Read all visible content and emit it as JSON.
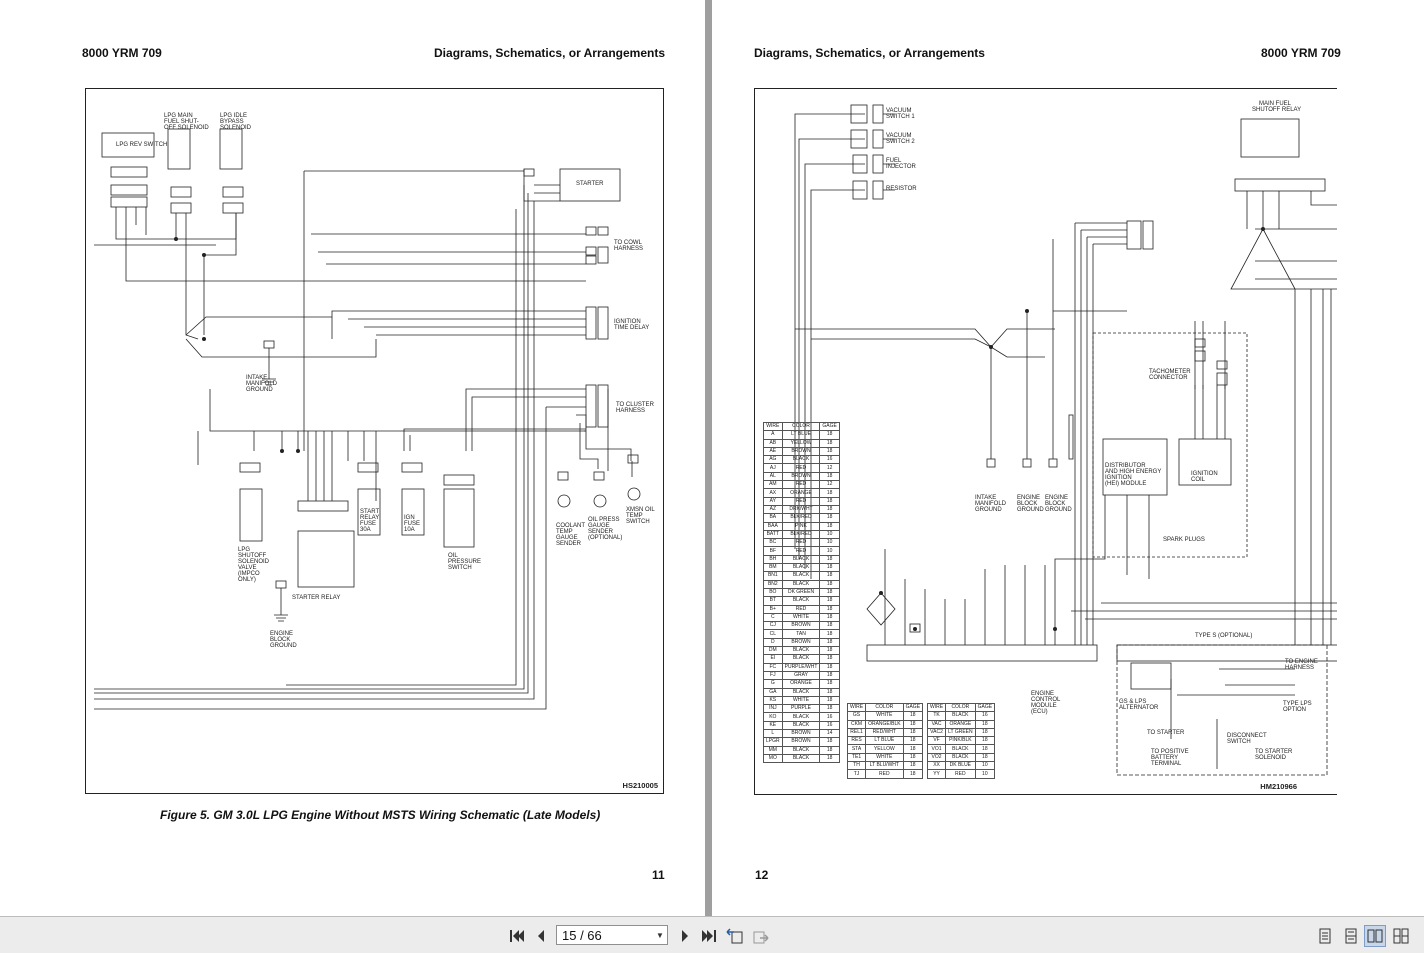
{
  "left_page": {
    "header_left": "8000 YRM 709",
    "header_right": "Diagrams, Schematics, or Arrangements",
    "figure_code": "HS210005",
    "caption": "Figure 5. GM 3.0L LPG Engine Without MSTS Wiring Schematic (Late Models)",
    "page_number": "11",
    "labels": {
      "lpg_rev_switch": "LPG REV SWITCH",
      "lpg_main_solenoid": "LPG MAIN FUEL SHUT- OFF SOLENOID",
      "lpg_idle_solenoid": "LPG IDLE BYPASS SOLENOID",
      "starter": "STARTER",
      "to_cowl": "TO COWL HARNESS",
      "ignition_delay": "IGNITION TIME DELAY",
      "to_cluster": "TO CLUSTER HARNESS",
      "intake_ground": "INTAKE MANIFOLD GROUND",
      "engine_ground": "ENGINE BLOCK GROUND",
      "lpg_shutoff_valve": "LPG SHUTOFF SOLENOID VALVE (IMPCO ONLY)",
      "starter_relay": "STARTER RELAY",
      "start_relay_fuse": "START RELAY FUSE 30A",
      "ign_fuse": "IGN FUSE 10A",
      "oil_pressure_switch": "OIL PRESSURE SWITCH",
      "coolant_sender": "COOLANT TEMP GAUGE SENDER",
      "oil_press_sender": "OIL PRESS GAUGE SENDER (OPTIONAL)",
      "xmsn_switch": "XMSN OIL TEMP SWITCH"
    }
  },
  "right_page": {
    "header_left": "Diagrams, Schematics, or Arrangements",
    "header_right": "8000 YRM 709",
    "figure_code": "HM210966",
    "page_number": "12",
    "labels": {
      "vacuum_switch_1": "VACUUM SWITCH 1",
      "vacuum_switch_2": "VACUUM SWITCH 2",
      "fuel_injector": "FUEL INJECTOR",
      "resistor": "RESISTOR",
      "main_fuel_relay": "MAIN FUEL SHUTOFF RELAY",
      "tach_connector": "TACHOMETER CONNECTOR",
      "distributor": "DISTRIBUTOR AND HIGH ENERGY IGNITION (HEI) MODULE",
      "ignition_coil": "IGNITION COIL",
      "spark_plugs": "SPARK PLUGS",
      "intake_ground": "INTAKE MANIFOLD GROUND",
      "engine_ground_1": "ENGINE BLOCK GROUND",
      "engine_ground_2": "ENGINE BLOCK GROUND",
      "ecu": "ENGINE CONTROL MODULE (ECU)",
      "type_s": "TYPE S (OPTIONAL)",
      "to_engine_harness": "TO ENGINE HARNESS",
      "alternator": "GS & LPS ALTERNATOR",
      "type_lps": "TYPE LPS OPTION",
      "to_starter": "TO STARTER",
      "disconnect": "DISCONNECT SWITCH",
      "to_battery": "TO POSITIVE BATTERY TERMINAL",
      "to_starter_solenoid": "TO STARTER SOLENOID"
    },
    "wire_table_headers": [
      "WIRE",
      "COLOR",
      "GAGE"
    ],
    "wire_table_1": [
      [
        "A",
        "LT BLUE",
        "18"
      ],
      [
        "AB",
        "YELLOW",
        "18"
      ],
      [
        "AE",
        "BROWN",
        "18"
      ],
      [
        "AG",
        "BLACK",
        "16"
      ],
      [
        "AJ",
        "RED",
        "12"
      ],
      [
        "AL",
        "BROWN",
        "18"
      ],
      [
        "AM",
        "RED",
        "12"
      ],
      [
        "AX",
        "ORANGE",
        "18"
      ],
      [
        "AY",
        "RED",
        "18"
      ],
      [
        "AZ",
        "DRK/WHT",
        "18"
      ],
      [
        "BA",
        "BLK/RED",
        "18"
      ],
      [
        "BAA",
        "PINK",
        "18"
      ],
      [
        "BATT",
        "BLK/RED",
        "10"
      ],
      [
        "BC",
        "RED",
        "10"
      ],
      [
        "BF",
        "RED",
        "10"
      ],
      [
        "BH",
        "BLACK",
        "18"
      ],
      [
        "BM",
        "BLACK",
        "18"
      ],
      [
        "BN1",
        "BLACK",
        "18"
      ],
      [
        "BN2",
        "BLACK",
        "18"
      ],
      [
        "BO",
        "DK GREEN",
        "18"
      ],
      [
        "BT",
        "BLACK",
        "18"
      ],
      [
        "B+",
        "RED",
        "18"
      ],
      [
        "C",
        "WHITE",
        "18"
      ],
      [
        "CJ",
        "BROWN",
        "18"
      ],
      [
        "CL",
        "TAN",
        "18"
      ],
      [
        "D",
        "BROWN",
        "18"
      ],
      [
        "DM",
        "BLACK",
        "18"
      ],
      [
        "EI",
        "BLACK",
        "18"
      ],
      [
        "FC",
        "PURPLE/WHT",
        "18"
      ],
      [
        "FJ",
        "GRAY",
        "18"
      ],
      [
        "G",
        "ORANGE",
        "18"
      ],
      [
        "GA",
        "BLACK",
        "18"
      ],
      [
        "KS",
        "WHITE",
        "18"
      ],
      [
        "INJ",
        "PURPLE",
        "18"
      ],
      [
        "KO",
        "BLACK",
        "16"
      ],
      [
        "KE",
        "BLACK",
        "16"
      ],
      [
        "L",
        "BROWN",
        "14"
      ],
      [
        "LPGR",
        "BROWN",
        "18"
      ],
      [
        "MM",
        "BLACK",
        "18"
      ],
      [
        "MO",
        "BLACK",
        "18"
      ]
    ],
    "wire_table_2": [
      [
        "GS",
        "WHITE",
        "18"
      ],
      [
        "CKM",
        "ORANGE/BLK",
        "18"
      ],
      [
        "REL1",
        "RED/WHT",
        "18"
      ],
      [
        "RES",
        "LT BLUE",
        "18"
      ],
      [
        "STA",
        "YELLOW",
        "18"
      ],
      [
        "TE1",
        "WHITE",
        "18"
      ],
      [
        "TH",
        "LT BLU/WHT",
        "18"
      ],
      [
        "TJ",
        "RED",
        "18"
      ]
    ],
    "wire_table_3": [
      [
        "TK",
        "BLACK",
        "16"
      ],
      [
        "VAC",
        "ORANGE",
        "18"
      ],
      [
        "VAC2",
        "LT GREEN",
        "18"
      ],
      [
        "VF",
        "PINK/BLK",
        "18"
      ],
      [
        "VO1",
        "BLACK",
        "18"
      ],
      [
        "VO2",
        "BLACK",
        "18"
      ],
      [
        "XX",
        "DK BLUE",
        "10"
      ],
      [
        "YY",
        "RED",
        "10"
      ]
    ]
  },
  "toolbar": {
    "page_value": "15 / 66"
  }
}
